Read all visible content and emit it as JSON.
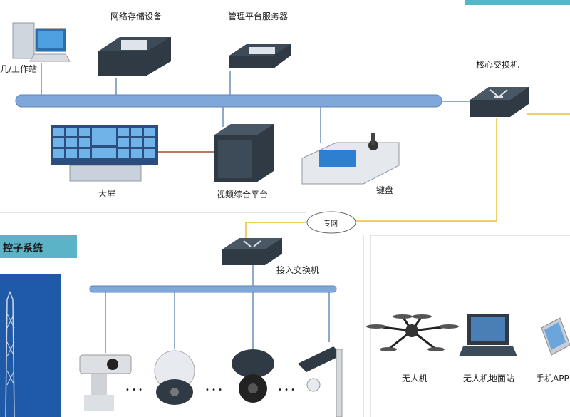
{
  "labels": {
    "storage": "网络存储设备",
    "mgmt_server": "管理平台服务器",
    "workstation": "几/工作站",
    "core_switch": "核心交换机",
    "big_screen": "大屏",
    "video_platform": "视频综合平台",
    "keyboard": "键盘",
    "private_net": "专网",
    "access_switch": "接入交换机",
    "drone": "无人机",
    "drone_ground": "无人机地面站",
    "phone_app": "手机APP",
    "ellipsis_1": "• • •",
    "ellipsis_2": "• • •",
    "ellipsis_3": "• • •"
  },
  "sections": {
    "monitor_title": "控子系统"
  },
  "colors": {
    "bus_blue": "#7fa7d9",
    "section_tab": "#5bb3c7",
    "link_yellow": "#e8c030",
    "device_dark": "#2f3a45"
  }
}
